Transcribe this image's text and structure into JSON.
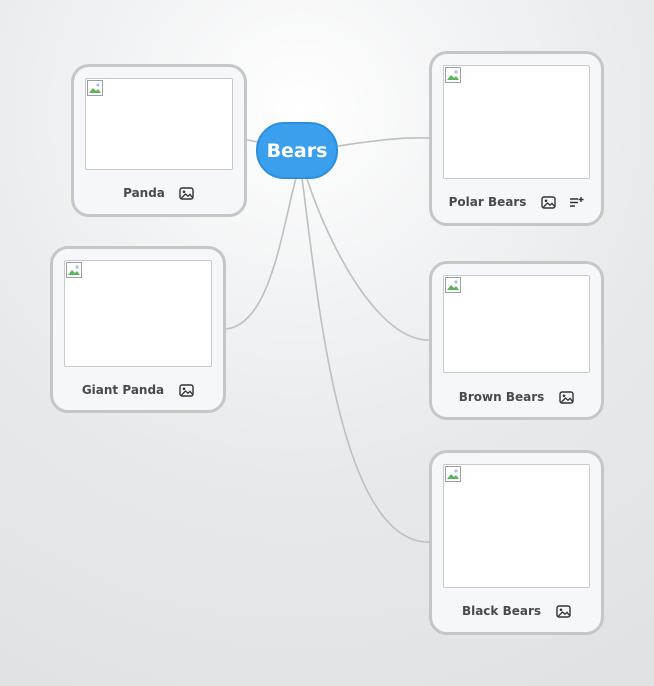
{
  "central_topic": {
    "label": "Bears"
  },
  "topics": {
    "panda": {
      "label": "Panda",
      "icons": [
        "image-icon"
      ]
    },
    "giant_panda": {
      "label": "Giant Panda",
      "icons": [
        "image-icon"
      ]
    },
    "polar_bears": {
      "label": "Polar Bears",
      "icons": [
        "image-icon",
        "notes-icon"
      ]
    },
    "brown_bears": {
      "label": "Brown Bears",
      "icons": [
        "image-icon"
      ]
    },
    "black_bears": {
      "label": "Black Bears",
      "icons": [
        "image-icon"
      ]
    }
  },
  "colors": {
    "central_fill": "#3aa0ee",
    "central_text": "#ffffff",
    "node_border": "#c4c6c8",
    "node_fill": "#f5f7fb",
    "connector": "#bdbfc0",
    "label_text": "#4a4a4a"
  }
}
